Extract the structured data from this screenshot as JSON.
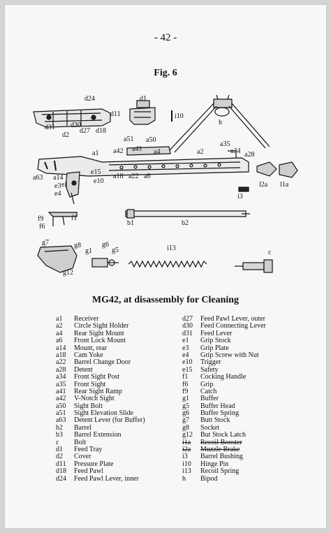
{
  "page_number": "- 42 -",
  "figure_title": "Fig. 6",
  "figure_labels": [
    "d24",
    "d1",
    "d11",
    "i10",
    "d31",
    "d30",
    "d27",
    "d18",
    "d2",
    "h",
    "a51",
    "a50",
    "a35",
    "a34",
    "a28",
    "a1",
    "a42",
    "a41",
    "a4",
    "a2",
    "a14",
    "e15",
    "a18",
    "a22",
    "a6",
    "a63",
    "e3",
    "e1",
    "e10",
    "e4",
    "l2a",
    "l1a",
    "i3",
    "f9",
    "f6",
    "f1",
    "b1",
    "b2",
    "g7",
    "g8",
    "g6",
    "g5",
    "g1",
    "i13",
    "c",
    "g12"
  ],
  "list_heading": "MG42, at disassembly for Cleaning",
  "parts_left": [
    {
      "code": "a1",
      "desc": "Receiver"
    },
    {
      "code": "a2",
      "desc": "Circle Sight Holder"
    },
    {
      "code": "a4",
      "desc": "Rear Sight Mount"
    },
    {
      "code": "a6",
      "desc": "Front Lock Mount"
    },
    {
      "code": "a14",
      "desc": "Mount, rear"
    },
    {
      "code": "a18",
      "desc": "Cam Yoke"
    },
    {
      "code": "a22",
      "desc": "Barrel Change Door"
    },
    {
      "code": "a28",
      "desc": "Detent"
    },
    {
      "code": "a34",
      "desc": "Front Sight Post"
    },
    {
      "code": "a35",
      "desc": "Front Sight"
    },
    {
      "code": "a41",
      "desc": "Rear Sight Ramp"
    },
    {
      "code": "a42",
      "desc": "V-Notch Sight"
    },
    {
      "code": "a50",
      "desc": "Sight Bolt"
    },
    {
      "code": "a51",
      "desc": "Sight Elevation Slide"
    },
    {
      "code": "a63",
      "desc": "Detent Lever (for Buffer)"
    },
    {
      "code": "b2",
      "desc": "Barrel"
    },
    {
      "code": "b3",
      "desc": "Barrel Extension"
    },
    {
      "code": "c",
      "desc": "Bolt"
    },
    {
      "code": "d1",
      "desc": "Feed Tray"
    },
    {
      "code": "d2",
      "desc": "Cover"
    },
    {
      "code": "d11",
      "desc": "Pressure Plate"
    },
    {
      "code": "d18",
      "desc": "Feed Pawl"
    },
    {
      "code": "d24",
      "desc": "Feed Pawl Lever, inner"
    }
  ],
  "parts_right": [
    {
      "code": "d27",
      "desc": "Feed Pawl Lever, outer"
    },
    {
      "code": "d30",
      "desc": "Feed Connecting Lever"
    },
    {
      "code": "d31",
      "desc": "Feed Lever"
    },
    {
      "code": "e1",
      "desc": "Grip Stock"
    },
    {
      "code": "e3",
      "desc": "Grip Plate"
    },
    {
      "code": "e4",
      "desc": "Grip Screw with Nut"
    },
    {
      "code": "e10",
      "desc": "Trigger"
    },
    {
      "code": "e15",
      "desc": "Safety"
    },
    {
      "code": "f1",
      "desc": "Cocking Handle"
    },
    {
      "code": "f6",
      "desc": "Grip"
    },
    {
      "code": "f9",
      "desc": "Catch"
    },
    {
      "code": "g1",
      "desc": "Buffer"
    },
    {
      "code": "g5",
      "desc": "Buffer Head"
    },
    {
      "code": "g6",
      "desc": "Buffer Spring"
    },
    {
      "code": "g7",
      "desc": "Butt Stock"
    },
    {
      "code": "g8",
      "desc": "Socket"
    },
    {
      "code": "g12",
      "desc": "But Stock Latch"
    },
    {
      "code": "i1a",
      "desc": "Recoil Booster",
      "struck": true
    },
    {
      "code": "i2a",
      "desc": "Muzzle Brake",
      "struck": true
    },
    {
      "code": "i3",
      "desc": "Barrel Bushing"
    },
    {
      "code": "i10",
      "desc": "Hinge Pin"
    },
    {
      "code": "i13",
      "desc": "Recoil Spring"
    },
    {
      "code": "h",
      "desc": "Bipod"
    }
  ]
}
